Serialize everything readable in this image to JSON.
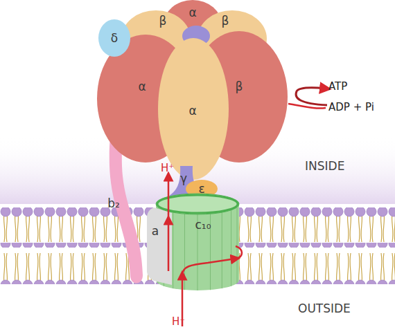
{
  "diagram": {
    "nodes": [
      {
        "text": [
          "β"
        ]
      },
      {
        "text": [
          "α"
        ]
      },
      {
        "text": [
          "β"
        ]
      },
      {
        "text": [
          "δ"
        ]
      },
      {
        "text": [
          "α"
        ]
      },
      {
        "text": [
          "β"
        ]
      },
      {
        "text": [
          "α"
        ]
      },
      {
        "text": [
          "γ"
        ]
      },
      {
        "text": [
          "ε"
        ]
      },
      {
        "text": [
          "b₂"
        ]
      },
      {
        "text": [
          "a"
        ]
      },
      {
        "text": [
          "c₁₀"
        ]
      }
    ],
    "labels": [
      "H⁺",
      "ATP",
      "ADP + Pi",
      "INSIDE",
      "H⁺",
      "OUTSIDE"
    ]
  }
}
